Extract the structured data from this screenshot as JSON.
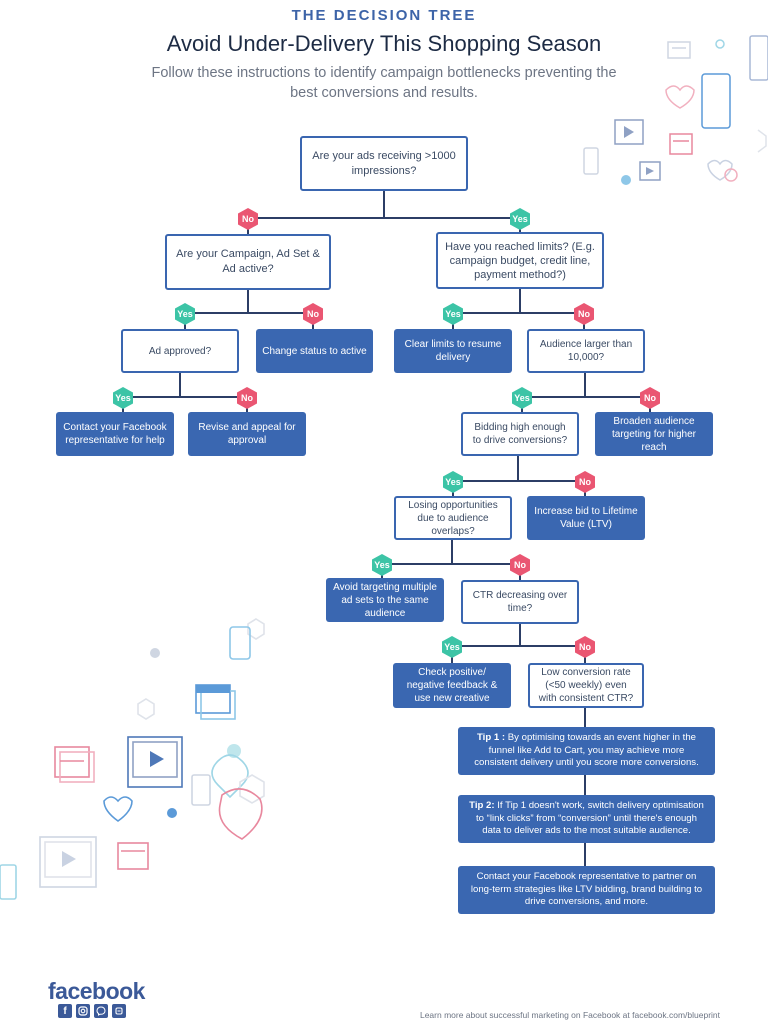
{
  "header": {
    "kicker": "THE DECISION TREE",
    "title": "Avoid Under-Delivery This Shopping Season",
    "subtitle": "Follow these instructions to identify campaign bottlenecks preventing the best conversions and results."
  },
  "labels": {
    "yes": "Yes",
    "no": "No"
  },
  "nodes": {
    "q1": "Are your ads receiving >1000 impressions?",
    "q2": "Are your Campaign, Ad Set & Ad active?",
    "q3": "Have you reached limits? (E.g. campaign budget, credit line, payment method?)",
    "q4": "Ad approved?",
    "a_change_status": "Change status to active",
    "a_clear_limits": "Clear limits to resume delivery",
    "q5": "Audience larger than 10,000?",
    "a_contact_rep": "Contact your Facebook representative for help",
    "a_revise": "Revise and appeal for approval",
    "q6": "Bidding high enough to drive conversions?",
    "a_broaden": "Broaden audience targeting for higher reach",
    "q7": "Losing opportunities due to audience overlaps?",
    "a_increase_bid": "Increase bid to Lifetime Value (LTV)",
    "a_avoid_targeting": "Avoid targeting multiple ad sets to the same audience",
    "q8": "CTR decreasing over time?",
    "a_check_feedback": "Check positive/ negative feedback & use new creative",
    "q9": "Low conversion rate (<50 weekly) even with consistent CTR?"
  },
  "tips": {
    "tip1_label": "Tip 1 :",
    "tip1_text": "By optimising towards an event higher in the funnel like Add to Cart, you may achieve more consistent delivery until you score more conversions.",
    "tip2_label": "Tip 2:",
    "tip2_text": "If Tip 1 doesn't work, switch delivery optimisation to “link clicks” from “conversion” until there's enough data to deliver ads to the most suitable audience.",
    "contact": "Contact your Facebook representative to partner on long-term strategies like LTV bidding, brand building to drive conversions, and more."
  },
  "footer": {
    "brand": "facebook",
    "text": "Learn more about successful marketing on Facebook at facebook.com/blueprint"
  },
  "colors": {
    "question_border": "#3a66b0",
    "answer_fill": "#3a67b1",
    "yes_badge": "#3cc4a6",
    "no_badge": "#ea5672",
    "connector": "#2c3e66"
  },
  "icons": [
    "facebook-f-icon",
    "instagram-icon",
    "messenger-icon",
    "whatsapp-icon"
  ]
}
